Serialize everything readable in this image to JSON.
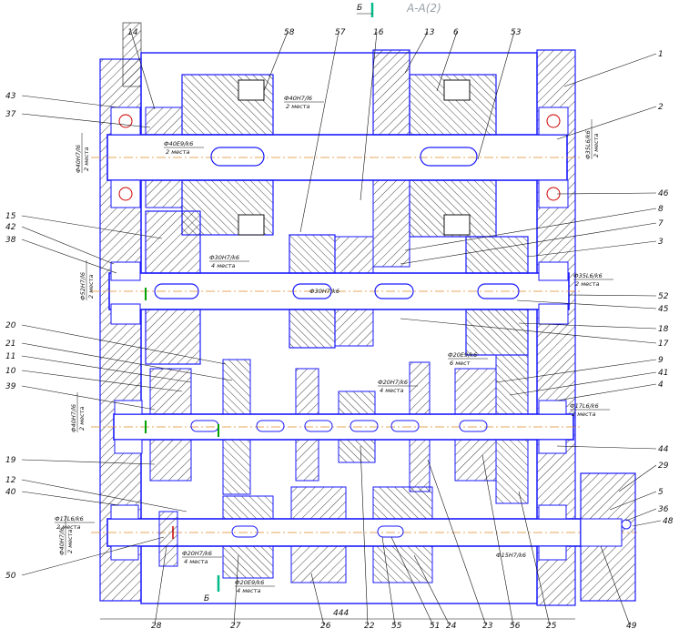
{
  "section_title": "А-А(2)",
  "section_marks": {
    "top": "Б",
    "bottom": "Б"
  },
  "overall_dimension": "444",
  "top_labels": [
    {
      "id": "t14",
      "text": "14"
    },
    {
      "id": "t58",
      "text": "58"
    },
    {
      "id": "t57",
      "text": "57"
    },
    {
      "id": "t16",
      "text": "16"
    },
    {
      "id": "t13",
      "text": "13"
    },
    {
      "id": "t6",
      "text": "6"
    },
    {
      "id": "t53",
      "text": "53"
    }
  ],
  "left_labels": [
    {
      "id": "l43",
      "text": "43"
    },
    {
      "id": "l37",
      "text": "37"
    },
    {
      "id": "l15",
      "text": "15"
    },
    {
      "id": "l42",
      "text": "42"
    },
    {
      "id": "l38",
      "text": "38"
    },
    {
      "id": "l20",
      "text": "20"
    },
    {
      "id": "l21",
      "text": "21"
    },
    {
      "id": "l11",
      "text": "11"
    },
    {
      "id": "l10",
      "text": "10"
    },
    {
      "id": "l39",
      "text": "39"
    },
    {
      "id": "l19",
      "text": "19"
    },
    {
      "id": "l12",
      "text": "12"
    },
    {
      "id": "l40",
      "text": "40"
    },
    {
      "id": "l50",
      "text": "50"
    }
  ],
  "right_labels": [
    {
      "id": "r1",
      "text": "1"
    },
    {
      "id": "r2",
      "text": "2"
    },
    {
      "id": "r46",
      "text": "46"
    },
    {
      "id": "r8",
      "text": "8"
    },
    {
      "id": "r7",
      "text": "7"
    },
    {
      "id": "r3",
      "text": "3"
    },
    {
      "id": "r52",
      "text": "52"
    },
    {
      "id": "r45",
      "text": "45"
    },
    {
      "id": "r18",
      "text": "18"
    },
    {
      "id": "r17",
      "text": "17"
    },
    {
      "id": "r9",
      "text": "9"
    },
    {
      "id": "r41",
      "text": "41"
    },
    {
      "id": "r4",
      "text": "4"
    },
    {
      "id": "r44",
      "text": "44"
    },
    {
      "id": "r29",
      "text": "29"
    },
    {
      "id": "r5",
      "text": "5"
    },
    {
      "id": "r36",
      "text": "36"
    },
    {
      "id": "r48",
      "text": "48"
    }
  ],
  "bottom_labels": [
    {
      "id": "b28",
      "text": "28"
    },
    {
      "id": "b27",
      "text": "27"
    },
    {
      "id": "b26",
      "text": "26"
    },
    {
      "id": "b22",
      "text": "22"
    },
    {
      "id": "b55",
      "text": "55"
    },
    {
      "id": "b51",
      "text": "51"
    },
    {
      "id": "b24",
      "text": "24"
    },
    {
      "id": "b23",
      "text": "23"
    },
    {
      "id": "b56",
      "text": "56"
    },
    {
      "id": "b25",
      "text": "25"
    },
    {
      "id": "b49",
      "text": "49"
    }
  ],
  "fit_notes": [
    {
      "id": "f1",
      "text": "Ф40H7/l6",
      "sub": "2 места"
    },
    {
      "id": "f2",
      "text": "Ф40E9/k6",
      "sub": "2 места"
    },
    {
      "id": "f3",
      "text": "Ф40H7/l6",
      "sub": "2 места"
    },
    {
      "id": "f4",
      "text": "Ф35L6/k6",
      "sub": "2 места"
    },
    {
      "id": "f5",
      "text": "Ф30H7/k6",
      "sub": "4 места"
    },
    {
      "id": "f6",
      "text": "Ф30H7/k6",
      "sub": ""
    },
    {
      "id": "f7",
      "text": "Ф52H7/l6",
      "sub": "2 места"
    },
    {
      "id": "f8",
      "text": "Ф35L6/k6",
      "sub": "2 места"
    },
    {
      "id": "f9",
      "text": "Ф20E9/k6",
      "sub": "6 мест"
    },
    {
      "id": "f10",
      "text": "Ф20H7/k6",
      "sub": "4 места"
    },
    {
      "id": "f11",
      "text": "Ф40H7/l6",
      "sub": "2 места"
    },
    {
      "id": "f12",
      "text": "Ф17L6/k6",
      "sub": "2 места"
    },
    {
      "id": "f13",
      "text": "Ф40H7/l6",
      "sub": "2 места"
    },
    {
      "id": "f14",
      "text": "Ф17L6/k6",
      "sub": "2 места"
    },
    {
      "id": "f15",
      "text": "Ф20H7/k6",
      "sub": "4 места"
    },
    {
      "id": "f16",
      "text": "Ф20E9/k6",
      "sub": "4 места"
    },
    {
      "id": "f17",
      "text": "Ф15H7/k6",
      "sub": ""
    }
  ],
  "colors": {
    "outline": "#1a1aff",
    "hatch": "#111111",
    "axis": "#e08a2a",
    "key": "#00a000",
    "spring": "#cc0000"
  }
}
